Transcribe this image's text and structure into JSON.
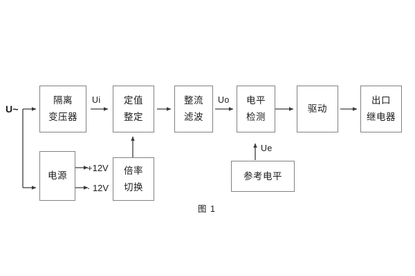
{
  "figure": {
    "caption": "图 1",
    "title_text": "图 1"
  },
  "inputs": {
    "source_label": "U~"
  },
  "blocks": {
    "isolation_transformer": {
      "line1": "隔离",
      "line2": "变压器"
    },
    "setting_adjust": {
      "line1": "定值",
      "line2": "整定"
    },
    "rectifier_filter": {
      "line1": "整流",
      "line2": "滤波"
    },
    "level_detect": {
      "line1": "电平",
      "line2": "检测"
    },
    "driver": {
      "line1": "驱动",
      "line2": ""
    },
    "output_relay": {
      "line1": "出口",
      "line2": "继电器"
    },
    "power_supply": {
      "line1": "电源",
      "line2": ""
    },
    "ratio_switch": {
      "line1": "倍率",
      "line2": "切换"
    },
    "reference_level": {
      "line1": "参考电平",
      "line2": ""
    }
  },
  "signals": {
    "ui": "Ui",
    "uo": "Uo",
    "ue": "Ue"
  },
  "power_rails": {
    "positive": "+12V",
    "negative": "· 12V"
  },
  "colors": {
    "box_border": "#808080",
    "wire": "#3a3a3a",
    "text": "#1a1a1a",
    "background": "#ffffff"
  }
}
